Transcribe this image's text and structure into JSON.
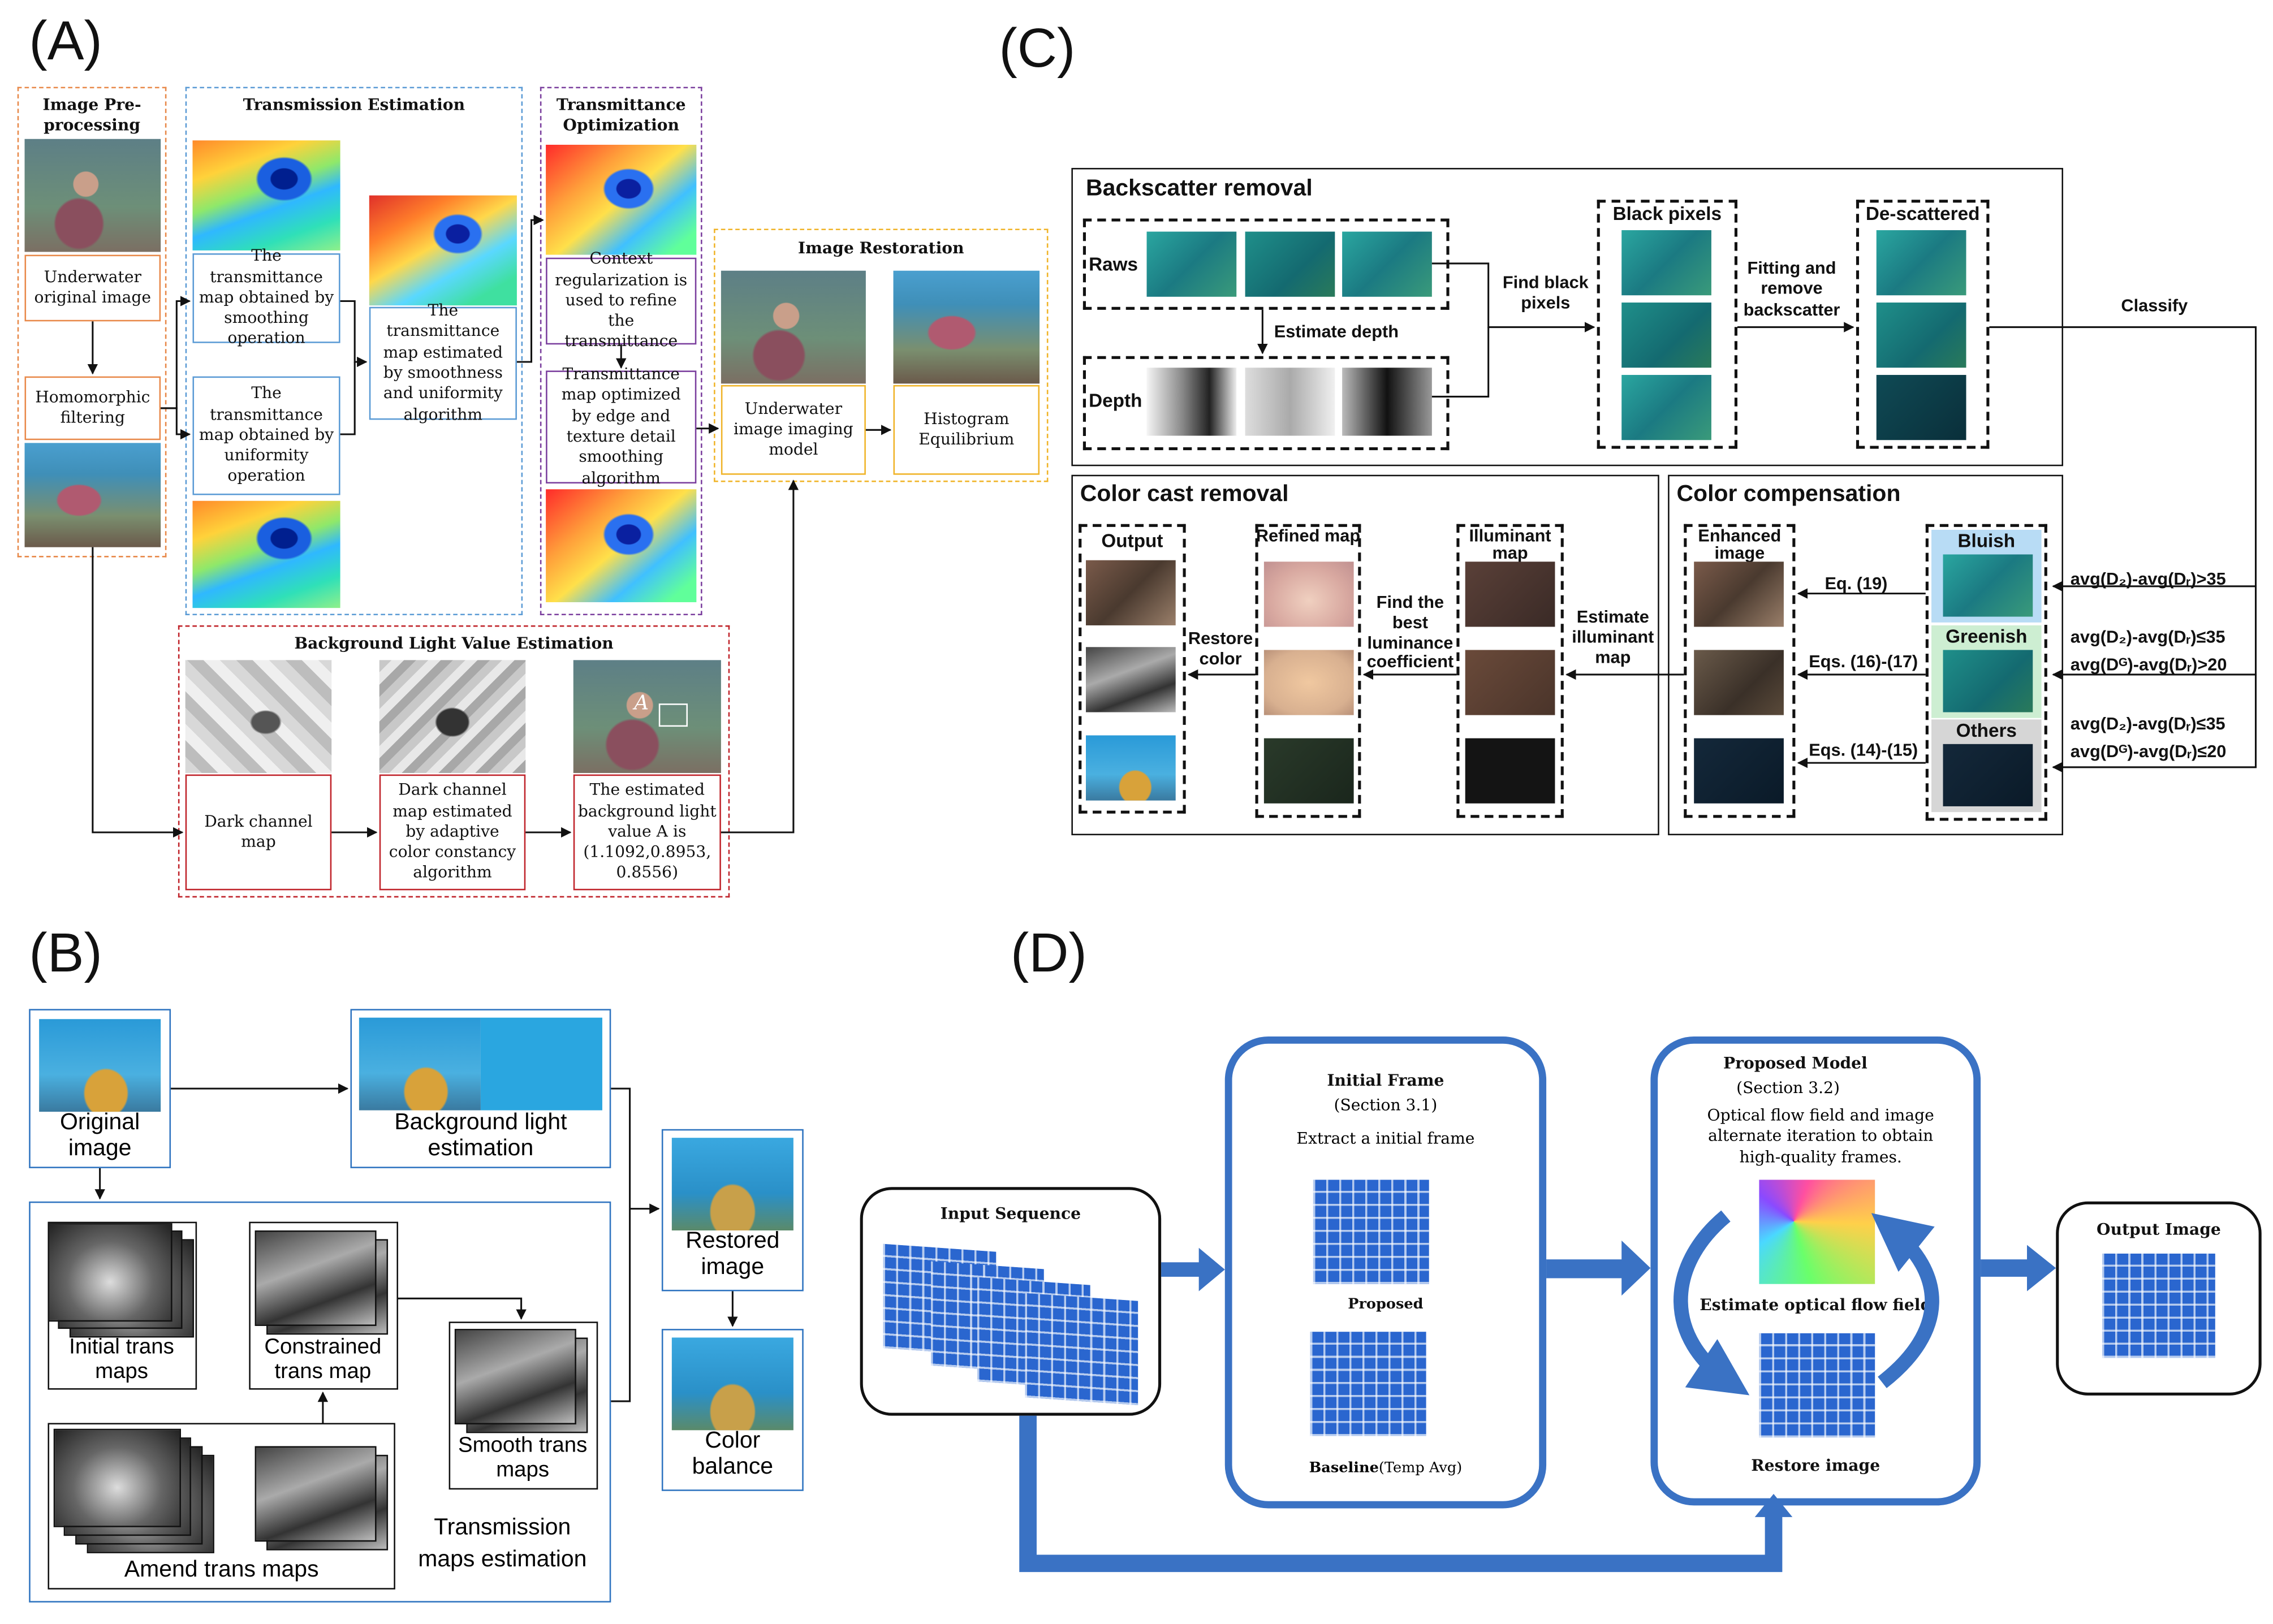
{
  "panels": {
    "A": {
      "letter": "(A)",
      "preprocessing": {
        "title": "Image Pre-processing",
        "original": "Underwater original image",
        "homomorphic": "Homomorphic filtering"
      },
      "transmission": {
        "title": "Transmission Estimation",
        "smoothing": "The transmittance map obtained by smoothing operation",
        "uniformity": "The transmittance map obtained by uniformity operation",
        "combined": "The transmittance map estimated by smoothness and uniformity algorithm"
      },
      "optimization": {
        "title": "Transmittance Optimization",
        "context": "Context regularization is used to refine the transmittance",
        "optimized": "Transmittance map optimized by edge and texture detail smoothing algorithm"
      },
      "restoration": {
        "title": "Image Restoration",
        "model": "Underwater image imaging model",
        "histogram": "Histogram Equilibrium"
      },
      "background": {
        "title": "Background Light Value Estimation",
        "dark": "Dark channel map",
        "adaptive": "Dark channel map estimated by adaptive color constancy algorithm",
        "estimated": "The estimated background light value A is (1.1092,0.8953, 0.8556)",
        "marker": "A"
      }
    },
    "B": {
      "letter": "(B)",
      "original": "Original image",
      "bglight": "Background light estimation",
      "initial": "Initial trans maps",
      "constrained": "Constrained trans map",
      "smooth": "Smooth trans maps",
      "amend": "Amend trans maps",
      "estimation": "Transmission maps estimation",
      "restored": "Restored image",
      "balance": "Color balance"
    },
    "C": {
      "letter": "(C)",
      "backscatter": "Backscatter removal",
      "raws": "Raws",
      "depth": "Depth",
      "estimate_depth": "Estimate depth",
      "find_black": "Find black pixels",
      "black_pixels": "Black pixels",
      "fitting": "Fitting and remove backscatter",
      "descattered": "De-scattered",
      "classify": "Classify",
      "colorcast": "Color cast removal",
      "output": "Output",
      "refined": "Refined map",
      "illuminant": "Illuminant map",
      "restore_color": "Restore color",
      "find_best": "Find the best luminance coefficient",
      "estimate_illum": "Estimate illuminant map",
      "compensation": "Color compensation",
      "enhanced": "Enhanced image",
      "eq19": "Eq. (19)",
      "eq16": "Eqs. (16)-(17)",
      "eq14": "Eqs. (14)-(15)",
      "bluish": "Bluish",
      "greenish": "Greenish",
      "others": "Others",
      "cond1": "avg(D₂)-avg(Dᵣ)>35",
      "cond2a": "avg(D₂)-avg(Dᵣ)≤35",
      "cond2b": "avg(Dᴳ)-avg(Dᵣ)>20",
      "cond3a": "avg(D₂)-avg(Dᵣ)≤35",
      "cond3b": "avg(Dᴳ)-avg(Dᵣ)≤20"
    },
    "D": {
      "letter": "(D)",
      "input": "Input Sequence",
      "initial_frame": "Initial Frame",
      "section31": "(Section 3.1)",
      "extract": "Extract a initial frame",
      "proposed": "Proposed",
      "baseline": "Baseline",
      "baseline_note": "(Temp Avg)",
      "proposed_model": "Proposed Model",
      "section32": "(Section 3.2)",
      "model_desc": "Optical flow field and image alternate iteration to obtain high-quality frames.",
      "estimate_flow": "Estimate optical flow field",
      "restore_image": "Restore image",
      "output": "Output Image"
    }
  },
  "colors": {
    "orange": "#e8894a",
    "blue": "#5b9bd5",
    "purple": "#7b3f9e",
    "yellow": "#f0b429",
    "red": "#c0242b",
    "panel_d_blue": "#3a72c4"
  }
}
